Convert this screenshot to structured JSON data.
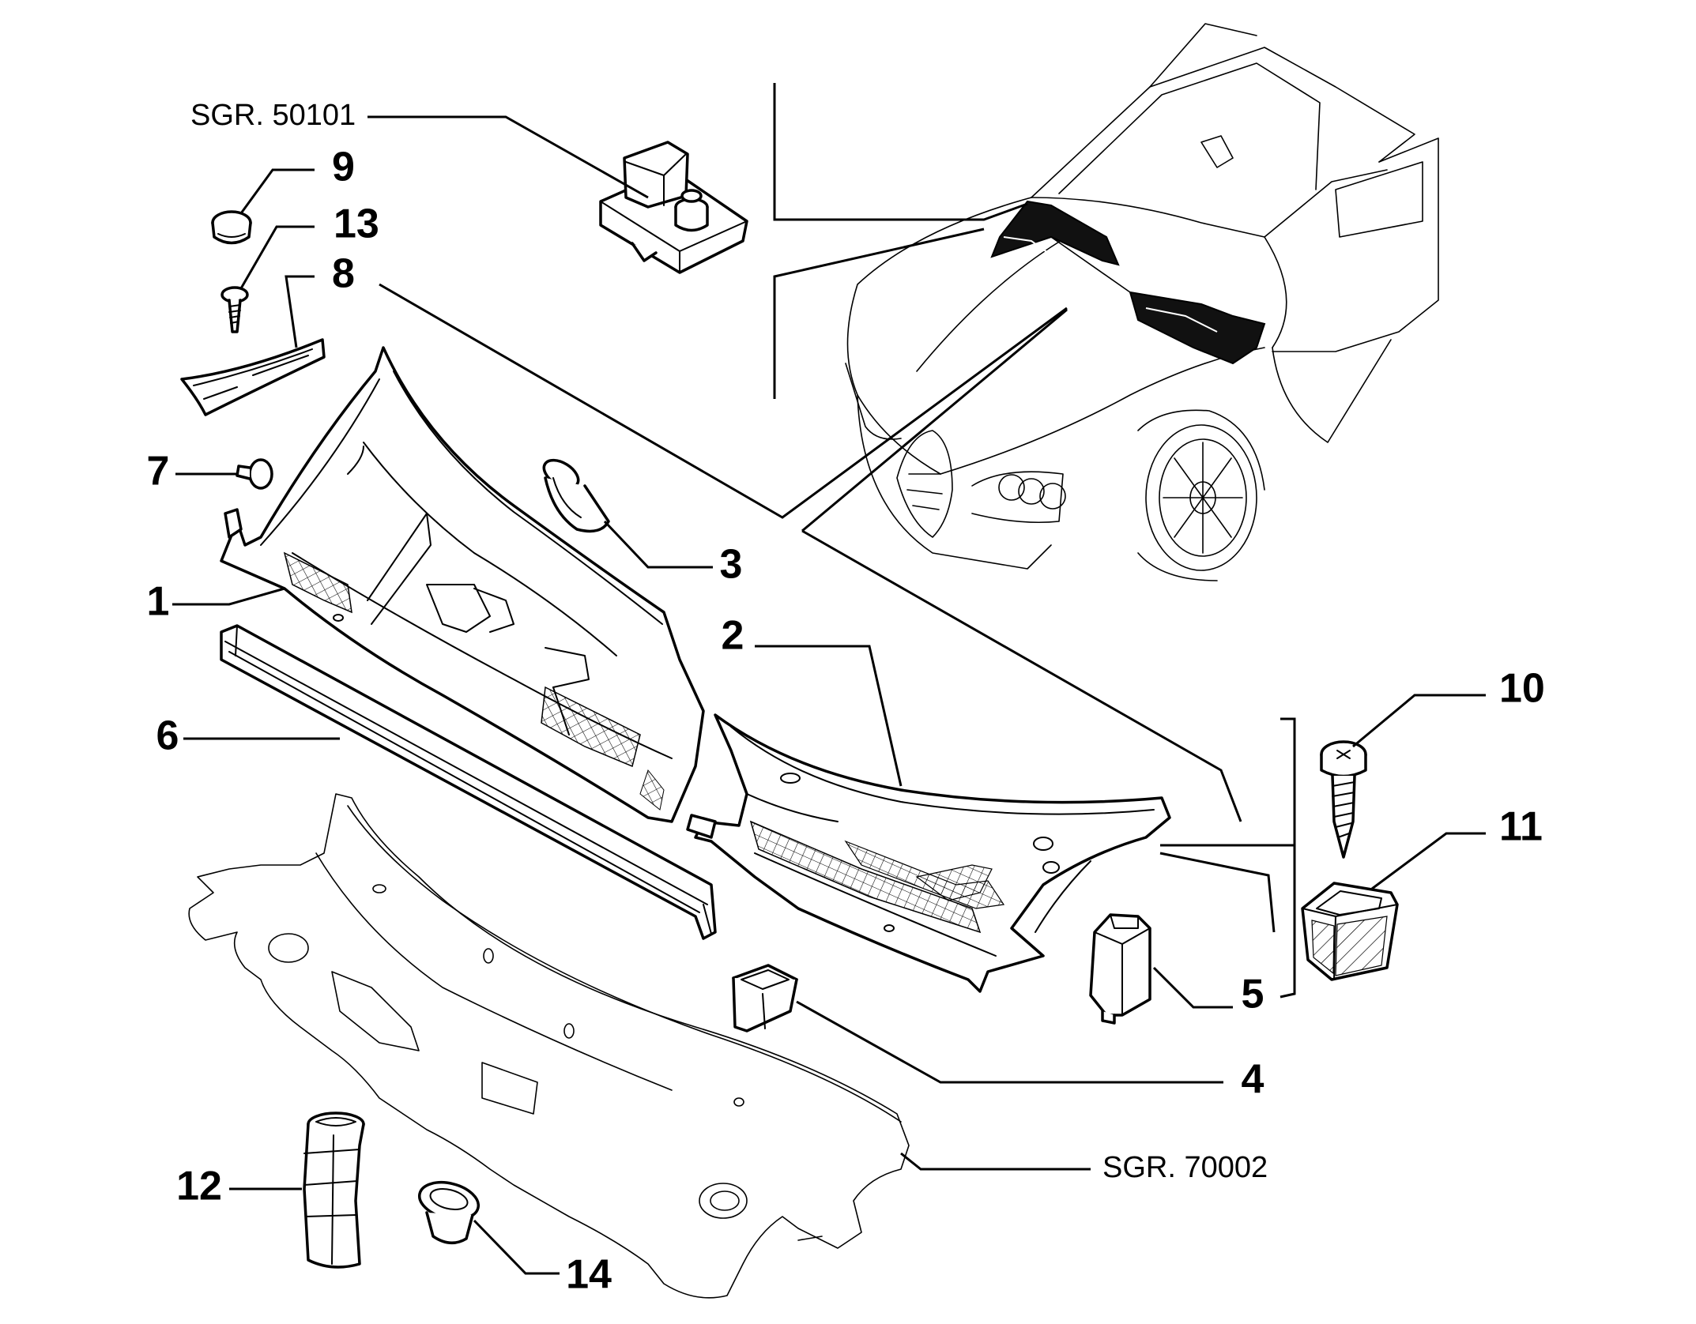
{
  "callouts": {
    "c1": "1",
    "c2": "2",
    "c3": "3",
    "c4": "4",
    "c5": "5",
    "c6": "6",
    "c7": "7",
    "c8": "8",
    "c9": "9",
    "c10": "10",
    "c11": "11",
    "c12": "12",
    "c13": "13",
    "c14": "14"
  },
  "references": {
    "top": "SGR. 50101",
    "bottom": "SGR. 70002"
  }
}
